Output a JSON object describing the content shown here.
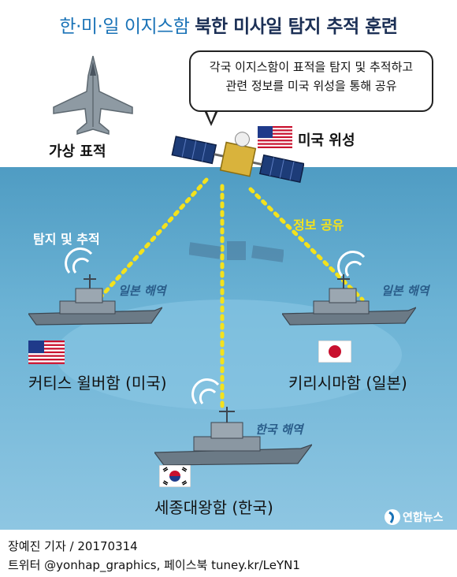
{
  "title": {
    "part1": "한·미·일 이지스함",
    "part2": "북한 미사일 탐지 추적 훈련"
  },
  "bubble": {
    "line1": "각국 이지스함이 표적을 탐지 및 추적하고",
    "line2": "관련 정보를 미국 위성을 통해 공유"
  },
  "target_label": "가상 표적",
  "satellite_label": "미국 위성",
  "share_label": "정보 공유",
  "detect_label": "탐지 및 추적",
  "zones": {
    "japan_left": "일본 해역",
    "japan_right": "일본 해역",
    "korea": "한국 해역"
  },
  "ships": {
    "us": "커티스 윌버함 (미국)",
    "japan": "키리시마함 (일본)",
    "korea": "세종대왕함 (한국)"
  },
  "credits": {
    "line1": "장예진 기자 / 20170314",
    "line2": "트위터 @yonhap_graphics, 페이스북 tuney.kr/LeYN1"
  },
  "logo_text": "연합뉴스",
  "colors": {
    "sea": "#5aa6cc",
    "title_blue": "#1a73b7",
    "title_dark": "#1b2f55",
    "link_dots": "#f4e21c",
    "share_text": "#f4e21c"
  }
}
